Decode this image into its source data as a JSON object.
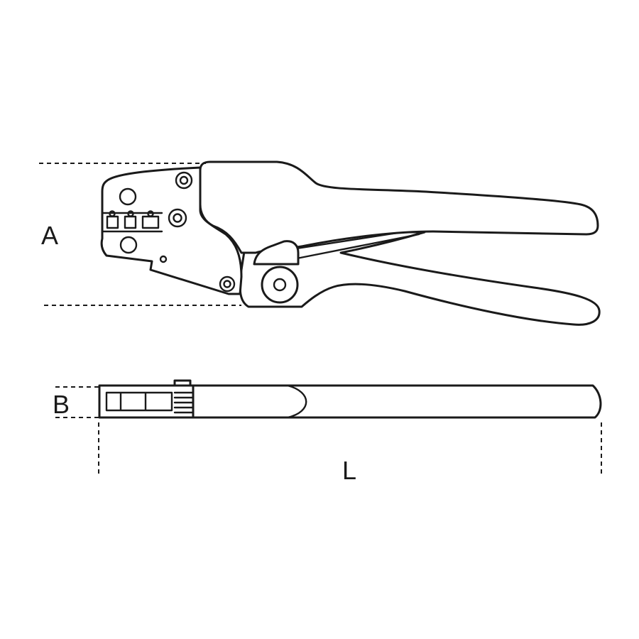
{
  "dimensions": {
    "height_label": "A",
    "width_label": "B",
    "length_label": "L"
  },
  "colors": {
    "line": "#1a1a1a",
    "background": "#ffffff"
  }
}
